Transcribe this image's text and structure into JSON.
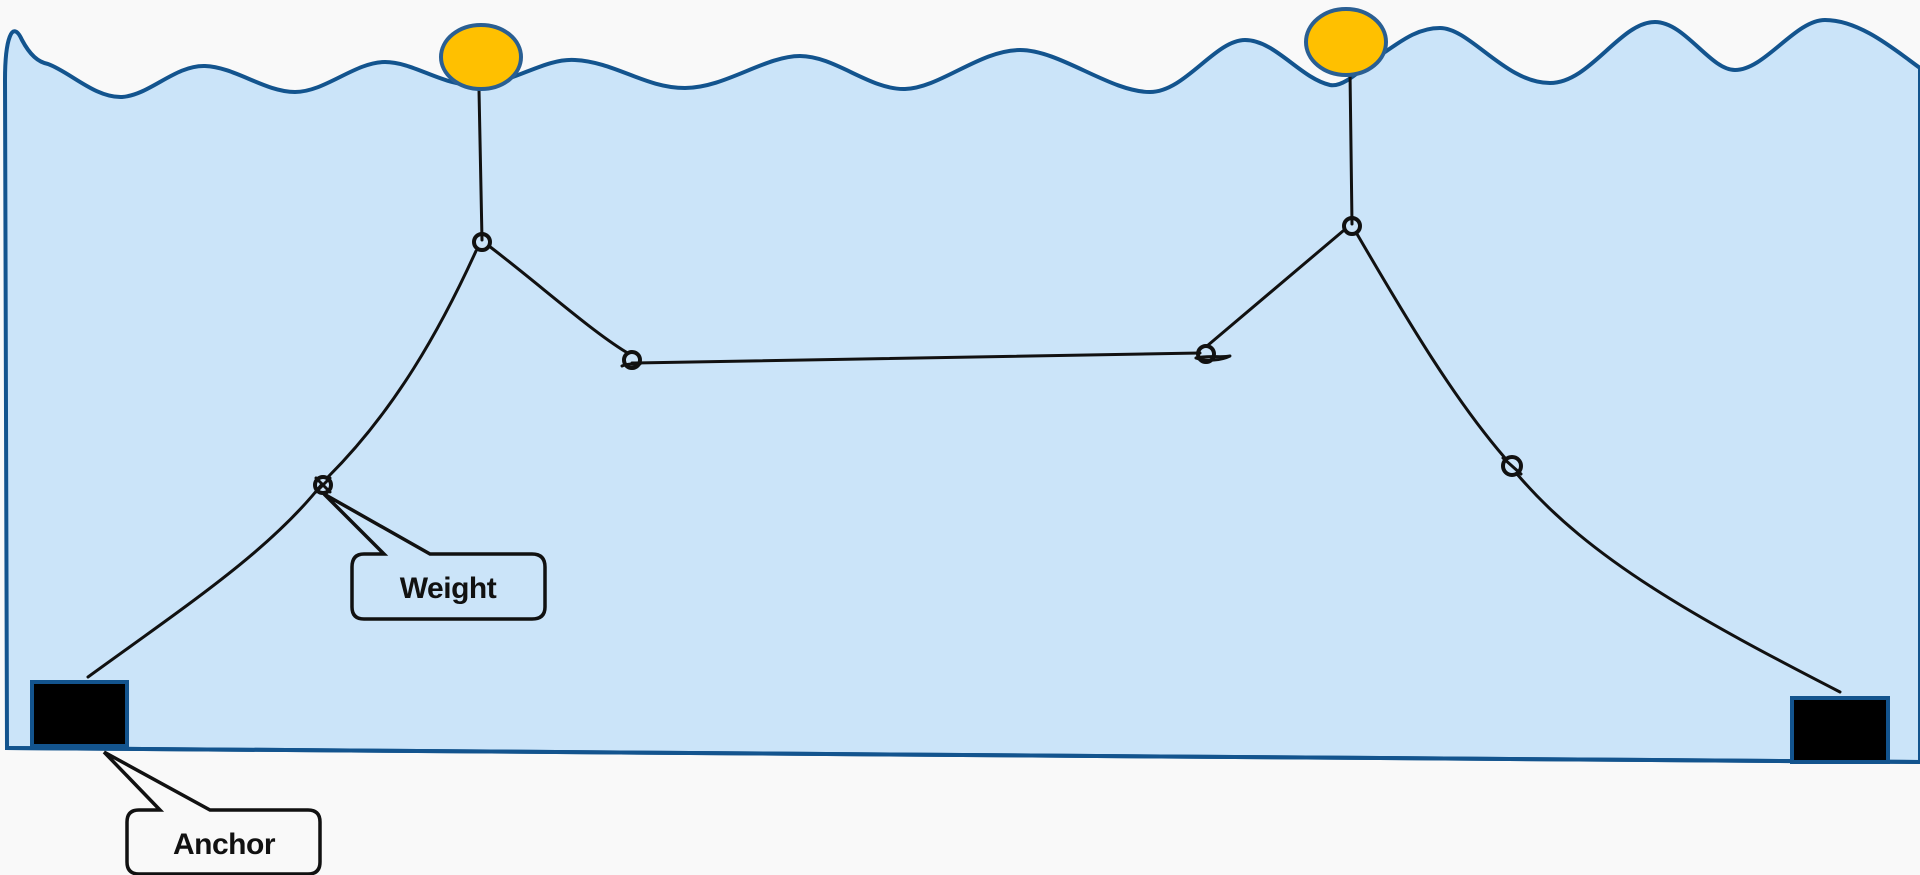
{
  "diagram": {
    "labels": {
      "weight": "Weight",
      "anchor": "Anchor"
    },
    "colors": {
      "water": "#cbe4f9",
      "water_outline": "#13548e",
      "buoy": "#ffc000",
      "buoy_outline": "#2a5f93",
      "line": "#111111",
      "anchor_fill": "#000000",
      "background": "#f9f9f9"
    },
    "components": [
      "water",
      "surface-buoy",
      "mooring-line",
      "weight",
      "anchor",
      "connector-ring"
    ]
  }
}
